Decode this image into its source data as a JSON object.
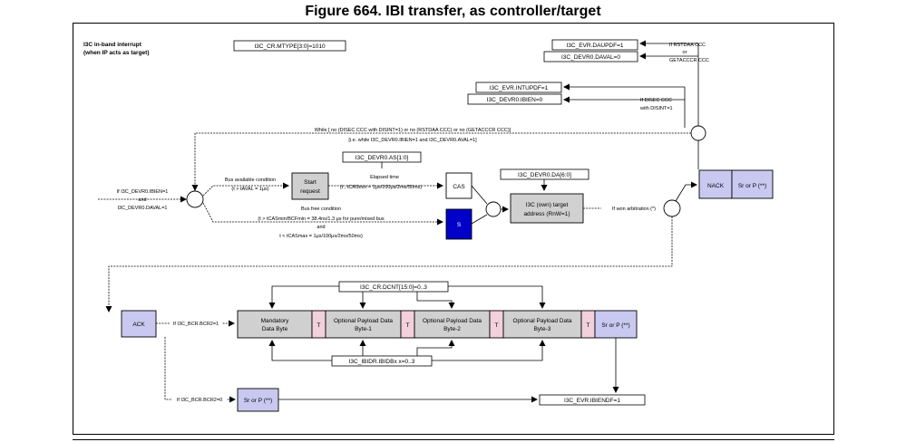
{
  "figure": {
    "title": "Figure 664. IBI transfer, as controller/target",
    "header_label_line1": "I3C in-band interrupt",
    "header_label_line2": "(when IP acts as target)"
  },
  "registers": {
    "mtype": "I3C_CR.MTYPE[3:0]=1010",
    "daupdf": "I3C_EVR.DAUPDF=1",
    "daval0": "I3C_DEVR0.DAVAL=0",
    "intupdf": "I3C_EVR.INTUPDF=1",
    "ibien0": "I3C_DEVR0.IBIEN=0",
    "as": "I3C_DEVR0.AS[1:0]",
    "da": "I3C_DEVR0.DA[6:0]",
    "dcnt": "I3C_CR.DCNT[15:0]=0..3",
    "ibidb": "I3C_IBIDR.IBIDBx x=0..3",
    "ibiendf": "I3C_EVR.IBIENDF=1"
  },
  "conditions": {
    "rstdaa_line1": "If RSTDAA CCC",
    "rstdaa_line2": "or",
    "rstdaa_line3": "GETACCCR CCC",
    "disec_line1": "If DISEC CCC",
    "disec_line2": "with DISINT=1",
    "while_line1": "While [ no (DISEC CCC with DISINT=1) or no (RSTDAA CCC) or no (GETACCCR CCC)]",
    "while_line2": "[i.e. while  I3C_DEVR0.IBIEN=1 and I3C_DEVR0.AVAL=1]",
    "entry_line1": "If I3C_DEVR0.IBIEN=1",
    "entry_line2": "and",
    "entry_line3": "I3C_DEVR0.DAVAL=1",
    "bus_avail_line1": "Bus available condition",
    "bus_avail_line2": "(t > tAVAL = 1μs)",
    "elapsed_line1": "Elapsed time",
    "elapsed_line2": "(t ,  tCASmin = 1μs/100μs/2ms/50ms)",
    "bus_free_line1": "Bus free condition",
    "bus_free_line2": "(t > tCASmin/BCFmin = 38.4ns/1.3 μs for pure/mixed bus",
    "bus_free_line3": "and",
    "bus_free_line4": "t < tCASmax = 1μs/100μs/2ms/50ms)",
    "won_arbitration": "If won arbitration (*)",
    "bcr2_1": "If I3C_BCR.BCR2=1",
    "bcr2_0": "If I3C_BCR.BCR2=0"
  },
  "blocks": {
    "start_line1": "Start",
    "start_line2": "request",
    "cas": "CAS",
    "s": "S",
    "target_line1": "I3C (own) target",
    "target_line2": "address (RnW=1)",
    "nack": "NACK",
    "sr_p": "Sr or P (**)",
    "ack": "ACK",
    "mandatory_line1": "Mandatory",
    "mandatory_line2": "Data Byte",
    "t": "T",
    "payload1_line1": "Optional Payload Data",
    "payload1_line2": "Byte-1",
    "payload2_line1": "Optional Payload Data",
    "payload2_line2": "Byte-2",
    "payload3_line1": "Optional Payload Data",
    "payload3_line2": "Byte-3"
  },
  "colors": {
    "grey_block": "#d0d0d0",
    "lavender_block": "#c8c8f0",
    "pink_block": "#f2d0dc",
    "blue_block": "#0000c8",
    "line": "#000000"
  }
}
